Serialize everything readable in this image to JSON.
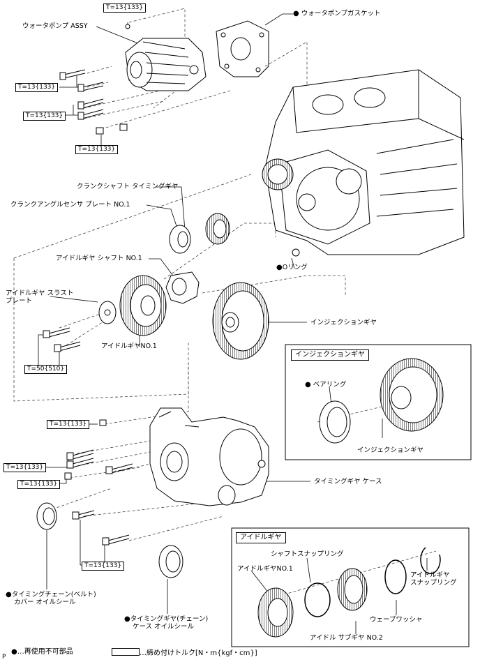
{
  "diagram": {
    "colors": {
      "line": "#000000",
      "background": "#ffffff",
      "dashes": "#444444"
    },
    "parts": {
      "water_pump_assy": "ウォータポンプ ASSY",
      "water_pump_gasket": "ウォータポンプガスケット",
      "crankshaft_timing_gear": "クランクシャフト タイミングギヤ",
      "crank_angle_sensor_plate": "クランクアングルセンサ プレート NO.1",
      "idle_gear_shaft": "アイドルギヤ シャフト NO.1",
      "o_ring": "Oリング",
      "idle_gear_thrust_plate_line1": "アイドルギヤ スラスト",
      "idle_gear_thrust_plate_line2": "プレート",
      "injection_gear": "インジェクションギヤ",
      "idle_gear_no1": "アイドルギヤNO.1",
      "timing_gear_case": "タイミングギヤ ケース",
      "timing_chain_cover_oil_seal_line1": "タイミングチェーン(ベルト)",
      "timing_chain_cover_oil_seal_line2": "カバー オイルシール",
      "timing_gear_case_oil_seal_line1": "タイミングギヤ(チェーン)",
      "timing_gear_case_oil_seal_line2": "ケース オイルシール"
    },
    "torques": {
      "t13": "T=13{133}",
      "t50": "T=50{510}"
    },
    "inset_injection": {
      "title": "インジェクションギヤ",
      "bearing": "ベアリング",
      "gear": "インジェクションギヤ"
    },
    "inset_idle": {
      "title": "アイドルギヤ",
      "shaft_snap_ring": "シャフトスナップリング",
      "idle_gear_no1": "アイドルギヤNO.1",
      "idle_gear_snap_ring_line1": "アイドルギヤ",
      "idle_gear_snap_ring_line2": "スナップリング",
      "wave_washer": "ウェーブワッシャ",
      "idle_sub_gear": "アイドル サブギヤ NO.2"
    },
    "legend": {
      "non_reusable_symbol": "●",
      "non_reusable": "…再使用不可部品",
      "torque_text": "…締め付けトルク[N・m{kgf・cm}]",
      "corner_mark": "P"
    }
  }
}
